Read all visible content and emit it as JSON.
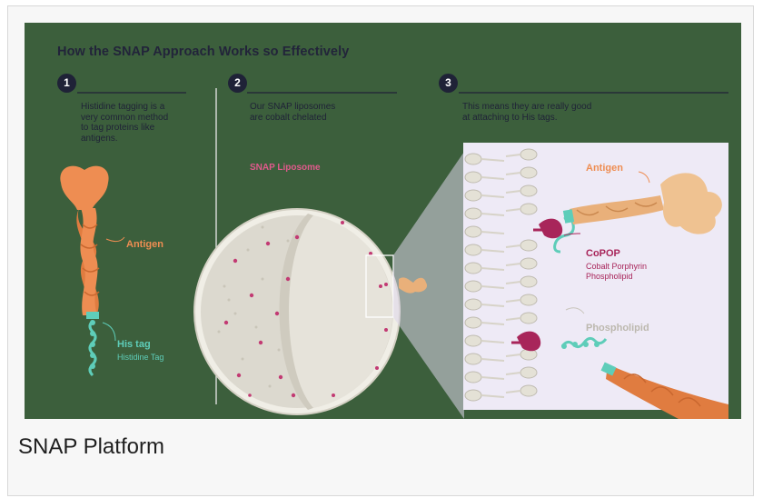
{
  "infographic": {
    "title": "How the SNAP Approach Works so Effectively",
    "steps": [
      {
        "number": "1",
        "text_lines": [
          "Histidine tagging is a",
          "very common method",
          "to tag proteins like",
          "antigens."
        ]
      },
      {
        "number": "2",
        "text_lines": [
          "Our SNAP liposomes",
          "are cobalt chelated"
        ]
      },
      {
        "number": "3",
        "text_lines": [
          "This means they are really good",
          "at attaching to His tags."
        ]
      }
    ],
    "labels": {
      "antigen_left": "Antigen",
      "his_tag": "His tag",
      "his_tag_sub": "Histidine Tag",
      "snap_liposome": "SNAP Liposome",
      "antigen_right": "Antigen",
      "copop": "CoPOP",
      "copop_sub1": "Cobalt Porphyrin",
      "copop_sub2": "Phospholipid",
      "phospholipid": "Phospholipid"
    },
    "colors": {
      "background": "#3c5f3c",
      "navy": "#1f2237",
      "antigen_orange": "#ed8a4d",
      "his_tag_teal": "#5ecdb9",
      "copop_magenta": "#a8255a",
      "liposome_grey": "#dcd9cf",
      "panel_lavender": "#eeeaf6"
    }
  },
  "caption": "SNAP Platform"
}
